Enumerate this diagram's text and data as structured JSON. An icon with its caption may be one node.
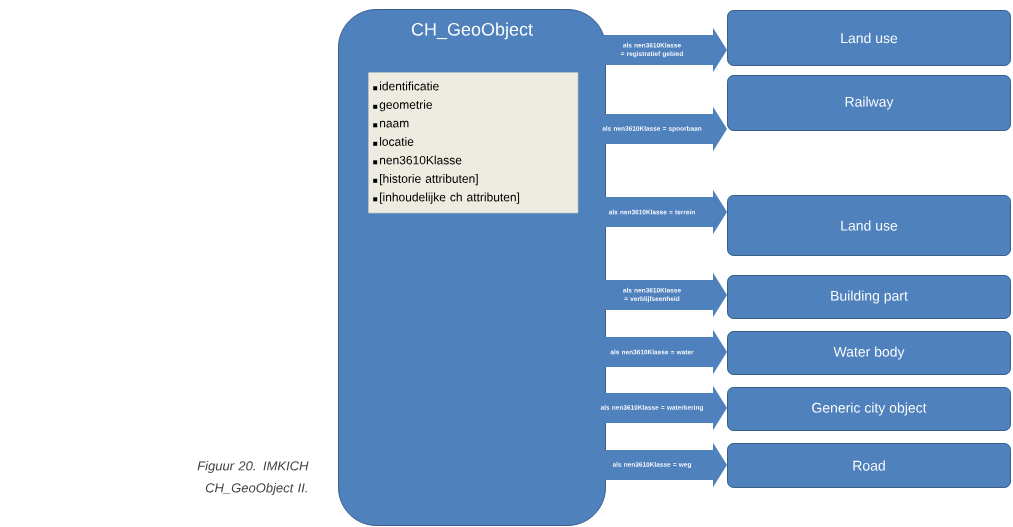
{
  "diagram": {
    "caption": "Figuur 20. IMKICH CH_GeoObject II.",
    "nodes": [
      {
        "text": [
          "CH_GeoObject"
        ]
      },
      {
        "text": [
          "identificatie",
          "geometrie",
          "naam",
          "locatie",
          "nen3610Klasse",
          "[historie attributen]",
          "[inhoudelijke ch attributen]"
        ],
        "in": 0
      },
      {
        "text": [
          "Land use"
        ]
      },
      {
        "text": [
          "Railway"
        ]
      },
      {
        "text": [
          "Land use"
        ]
      },
      {
        "text": [
          "Building part"
        ]
      },
      {
        "text": [
          "Water body"
        ]
      },
      {
        "text": [
          "Generic city object"
        ]
      },
      {
        "text": [
          "Road"
        ]
      }
    ],
    "edges": [
      {
        "from": 0,
        "to": 2,
        "arrow": "to",
        "label": "als nen3610Klasse = registratief gebied"
      },
      {
        "from": 0,
        "to": 3,
        "arrow": "to",
        "label": "als nen3610Klasse = spoorbaan"
      },
      {
        "from": 0,
        "to": 4,
        "arrow": "to",
        "label": "als nen3610Klasse = terrein"
      },
      {
        "from": 0,
        "to": 5,
        "arrow": "to",
        "label": "als nen3610Klasse = verblijfseenheid"
      },
      {
        "from": 0,
        "to": 6,
        "arrow": "to",
        "label": "als nen3610Klasse = water"
      },
      {
        "from": 0,
        "to": 7,
        "arrow": "to",
        "label": "als nen3610Klasse = waterkering"
      },
      {
        "from": 0,
        "to": 8,
        "arrow": "to",
        "label": "als nen3610Klasse = weg"
      }
    ]
  }
}
